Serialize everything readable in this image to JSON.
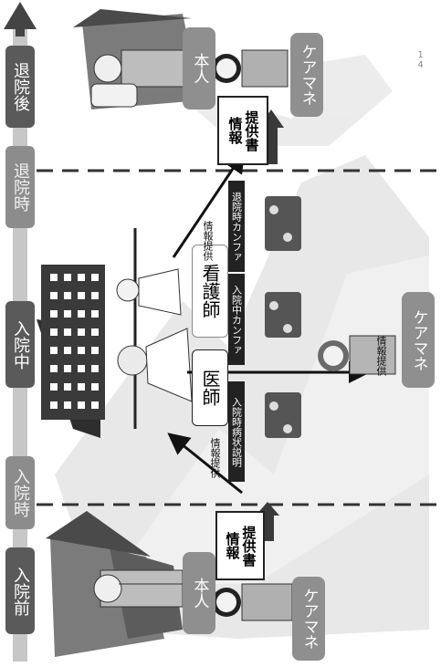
{
  "page_number": "14",
  "timeline": {
    "phases": [
      {
        "label": "入院前"
      },
      {
        "label": "入院時"
      },
      {
        "label": "入院中"
      },
      {
        "label": "退院時"
      },
      {
        "label": "退院後"
      }
    ]
  },
  "actors": {
    "patient_before": "本人",
    "care_manager_before": "ケアマネ",
    "patient_after": "本人",
    "care_manager_after": "ケアマネ",
    "care_manager_mid": "ケアマネ",
    "doctor": "医師",
    "nurse": "看護師"
  },
  "documents": {
    "admission_doc_line1": "情報",
    "admission_doc_line2": "提供書",
    "discharge_doc_line1": "情報",
    "discharge_doc_line2": "提供書"
  },
  "meetings": {
    "admission_explanation": "入院時病状説明",
    "inpatient_conference": "入院中カンファ",
    "discharge_conference": "退院時カンファ"
  },
  "flows": {
    "info_provision_to_hospital": "情報提供",
    "info_provision_to_care_manager": "情報提供",
    "info_provision_at_discharge": "情報提供"
  }
}
